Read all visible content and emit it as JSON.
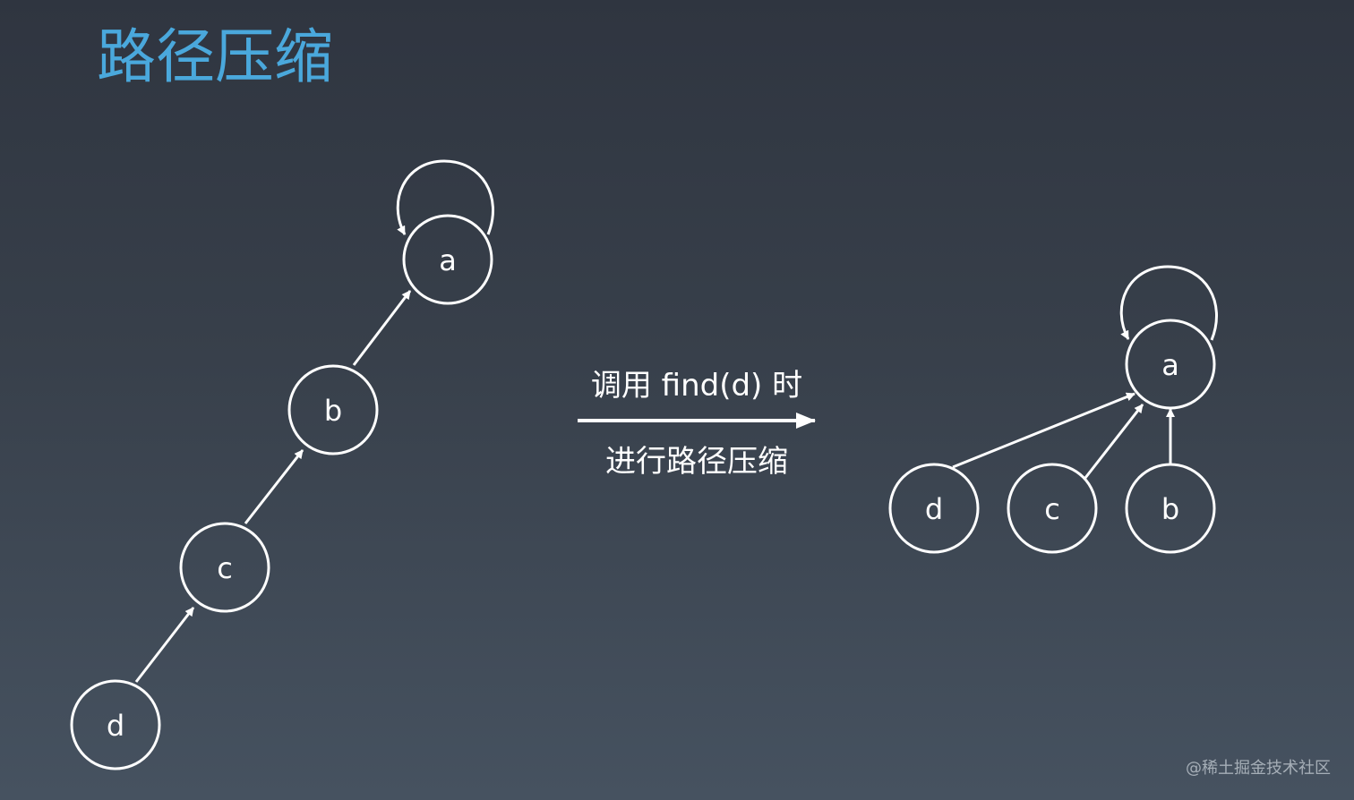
{
  "title": "路径压缩",
  "before": {
    "nodes": {
      "a": "a",
      "b": "b",
      "c": "c",
      "d": "d"
    }
  },
  "transition": {
    "caption_top": "调用 find(d) 时",
    "caption_bottom": "进行路径压缩"
  },
  "after": {
    "nodes": {
      "a": "a",
      "b": "b",
      "c": "c",
      "d": "d"
    }
  },
  "watermark": "@稀土掘金技术社区",
  "colors": {
    "title": "#4aa8dc",
    "stroke": "#ffffff",
    "background_top": "#2f3540",
    "background_bottom": "#465260"
  }
}
